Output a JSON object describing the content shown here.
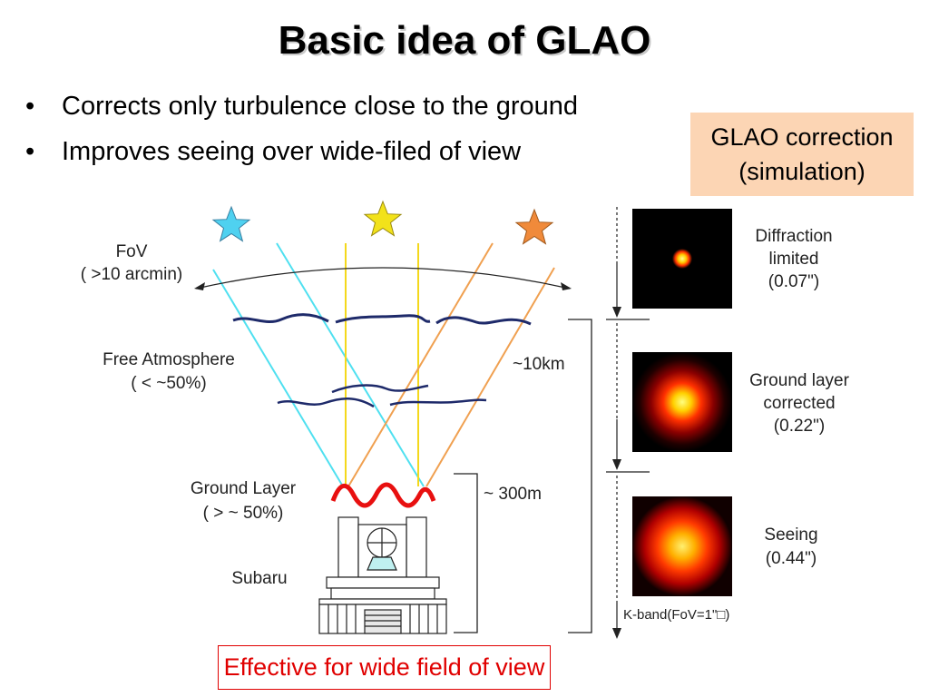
{
  "title": "Basic idea of GLAO",
  "bullets": [
    "Corrects only turbulence close to the ground",
    "Improves seeing over wide-filed of view"
  ],
  "bullet_marker": "•",
  "glao_box": {
    "line1": "GLAO correction",
    "line2": "(simulation)"
  },
  "diagram": {
    "fov": {
      "line1": "FoV",
      "line2": "( >10 arcmin)"
    },
    "free_atmosphere": {
      "line1": "Free Atmosphere",
      "line2": "( < ~50%)"
    },
    "ground_layer": {
      "line1": "Ground Layer",
      "line2": "( > ~ 50%)"
    },
    "telescope_label": "Subaru",
    "height_10km": "~10km",
    "height_300m": "~ 300m",
    "star_colors": [
      "#4fd1f0",
      "#f2e21a",
      "#f08a3a"
    ]
  },
  "psf_panels": [
    {
      "line1": "Diffraction",
      "line2": "limited",
      "line3": "(0.07\")"
    },
    {
      "line1": "Ground layer",
      "line2": "corrected",
      "line3": "(0.22\")"
    },
    {
      "line1": "Seeing",
      "line2": "(0.44\")"
    }
  ],
  "kband_caption": "K-band(FoV=1\"□)",
  "effective_label": "Effective for wide field of view"
}
